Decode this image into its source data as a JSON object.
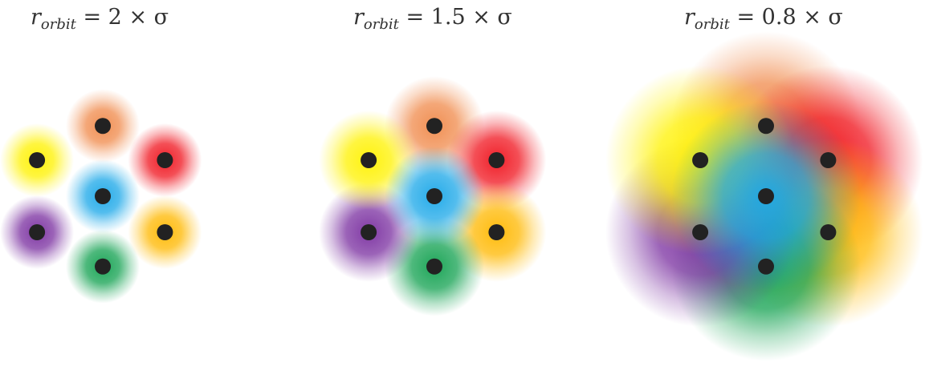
{
  "panels": [
    {
      "title": {
        "symbol": "r",
        "subscript": "orbit",
        "equation": " = 2 × σ"
      },
      "multiplier": 2
    },
    {
      "title": {
        "symbol": "r",
        "subscript": "orbit",
        "equation": " = 1.5 × σ"
      },
      "multiplier": 1.5
    },
    {
      "title": {
        "symbol": "r",
        "subscript": "orbit",
        "equation": " = 0.8 × σ"
      },
      "multiplier": 0.8
    }
  ],
  "nodes": [
    {
      "name": "center",
      "color": "#1AA7E8"
    },
    {
      "name": "top",
      "color": "#F08A4B"
    },
    {
      "name": "upper-right",
      "color": "#F0141E"
    },
    {
      "name": "lower-right",
      "color": "#FFB800"
    },
    {
      "name": "bottom",
      "color": "#12A150"
    },
    {
      "name": "lower-left",
      "color": "#7A2FA0"
    },
    {
      "name": "upper-left",
      "color": "#FFF200"
    }
  ],
  "dot_color": "#222222"
}
